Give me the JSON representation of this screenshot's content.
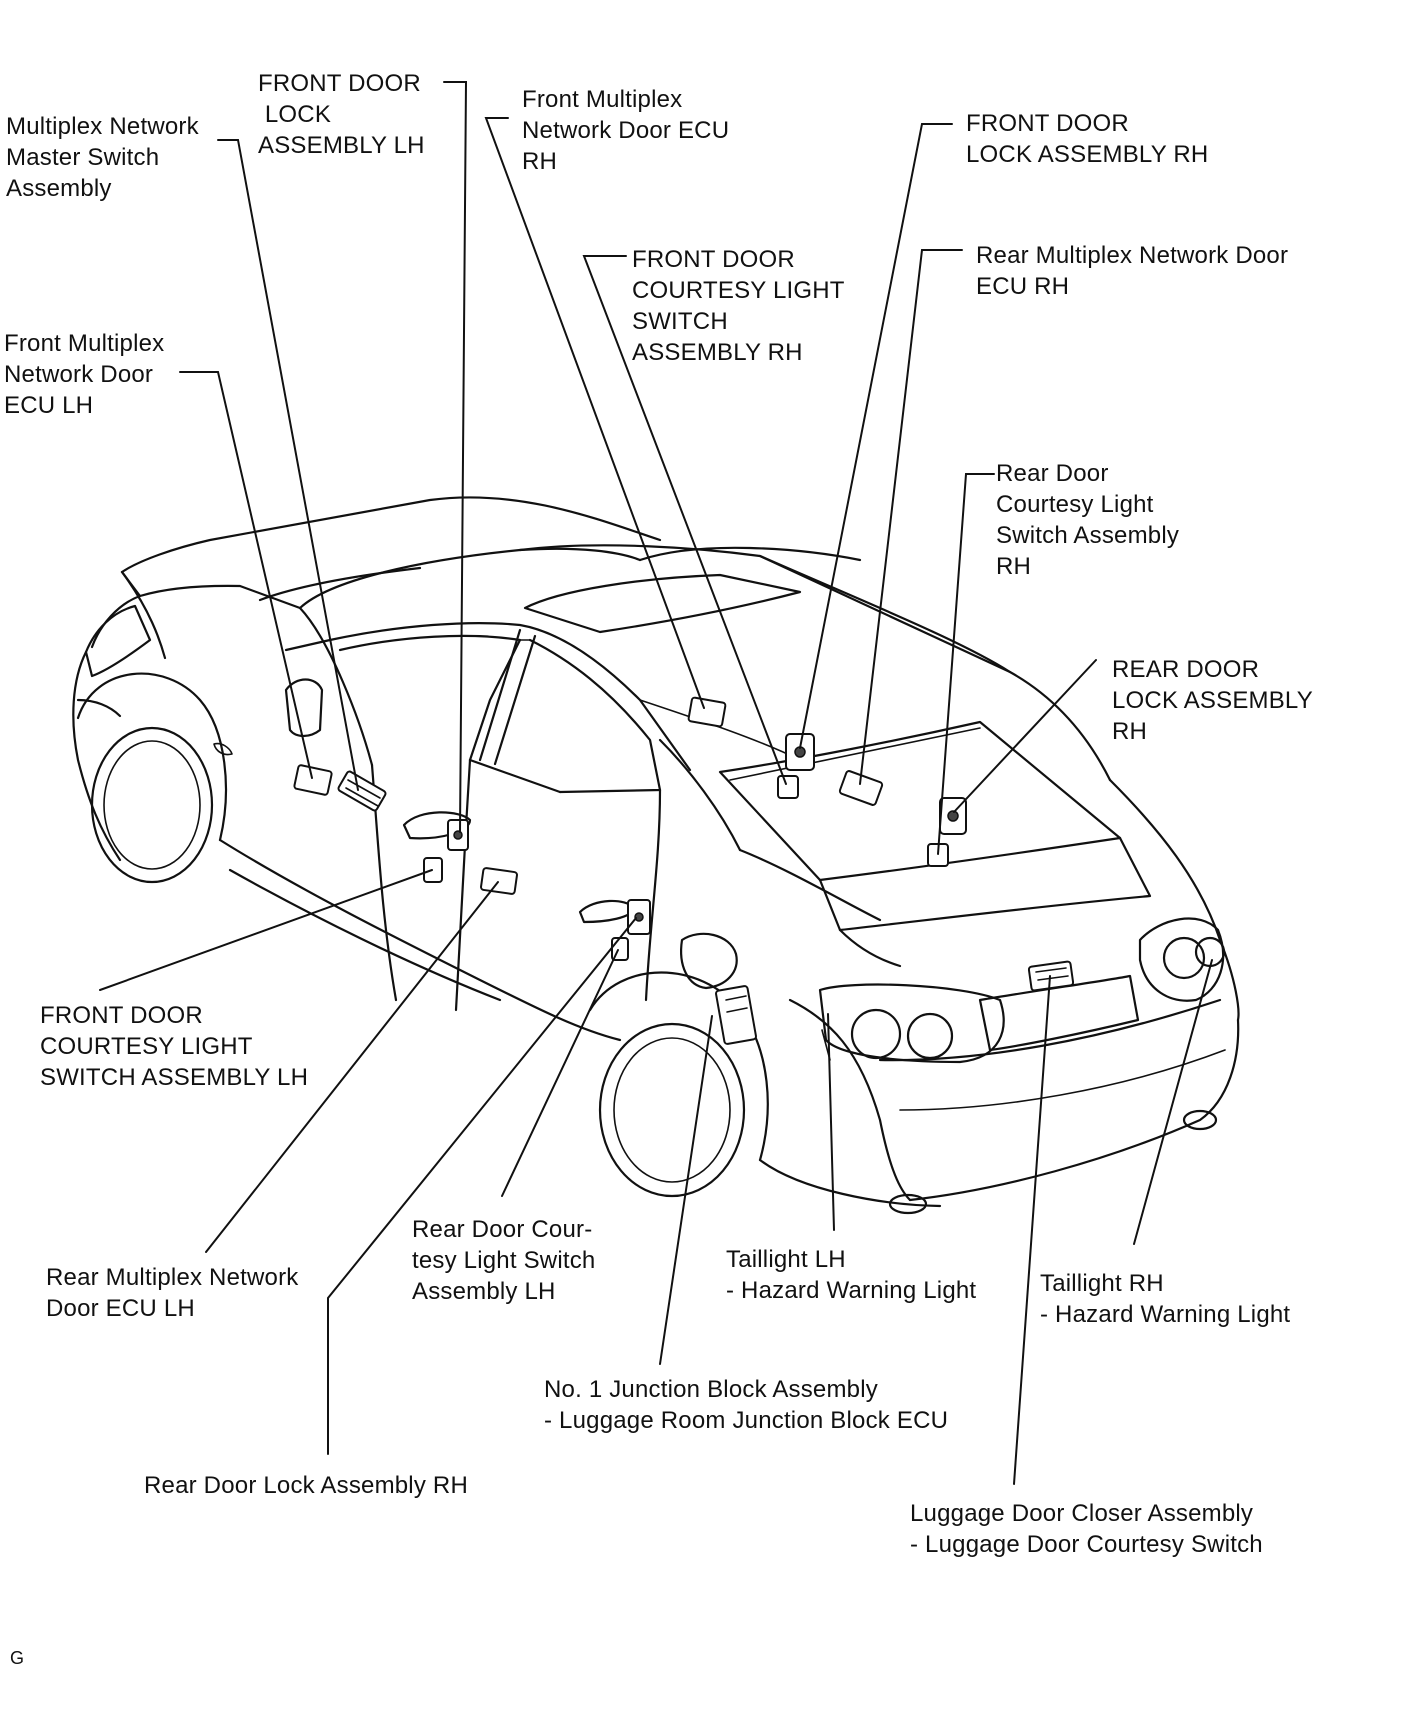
{
  "labels": {
    "master_switch": "Multiplex Network\nMaster Switch\nAssembly",
    "front_door_lock_lh": "FRONT DOOR\n LOCK\nASSEMBLY LH",
    "front_ecu_rh": "Front Multiplex\nNetwork Door ECU\nRH",
    "front_door_lock_rh": "FRONT DOOR\nLOCK ASSEMBLY RH",
    "front_courtesy_rh": "FRONT DOOR\nCOURTESY LIGHT\nSWITCH\nASSEMBLY RH",
    "rear_ecu_rh": "Rear Multiplex Network Door\nECU RH",
    "front_ecu_lh": "Front Multiplex\nNetwork Door\nECU LH",
    "rear_courtesy_rh": "Rear Door\nCourtesy Light\nSwitch Assembly\nRH",
    "rear_door_lock_rh_top": "REAR DOOR\nLOCK ASSEMBLY\nRH",
    "front_courtesy_lh": "FRONT DOOR\nCOURTESY LIGHT\nSWITCH ASSEMBLY LH",
    "rear_ecu_lh": "Rear Multiplex Network\nDoor ECU LH",
    "rear_courtesy_lh": "Rear Door Cour-\ntesy Light Switch\nAssembly LH",
    "taillight_lh": "Taillight LH\n- Hazard Warning Light",
    "taillight_rh": "Taillight RH\n- Hazard Warning Light",
    "junction_block": "No. 1 Junction Block Assembly\n- Luggage Room Junction Block ECU",
    "rear_door_lock_rh_bottom": "Rear Door Lock Assembly RH",
    "luggage_closer": "Luggage Door Closer Assembly\n- Luggage Door Courtesy Switch"
  },
  "corner_mark": "G"
}
